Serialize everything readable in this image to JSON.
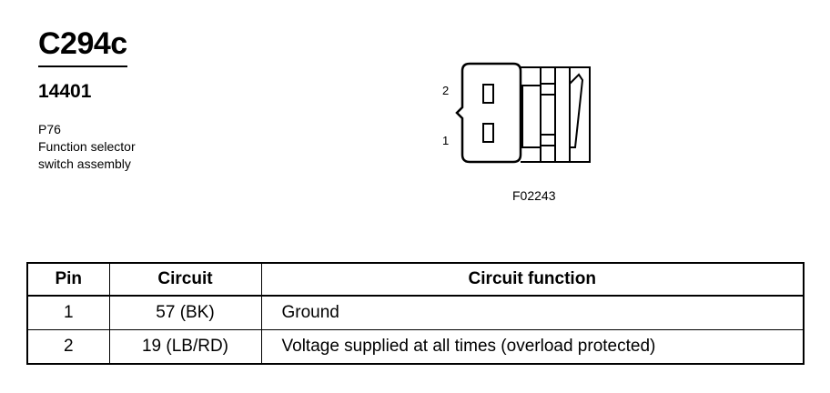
{
  "header": {
    "connector_id": "C294c",
    "part_number": "14401",
    "description_lines": [
      "P76",
      "Function selector",
      "switch assembly"
    ]
  },
  "diagram": {
    "pin_labels": [
      "2",
      "1"
    ],
    "figure_code": "F02243"
  },
  "table": {
    "columns": [
      "Pin",
      "Circuit",
      "Circuit function"
    ],
    "rows": [
      {
        "pin": "1",
        "circuit": "57 (BK)",
        "function": "Ground"
      },
      {
        "pin": "2",
        "circuit": "19 (LB/RD)",
        "function": "Voltage supplied at all times (overload protected)"
      }
    ]
  }
}
